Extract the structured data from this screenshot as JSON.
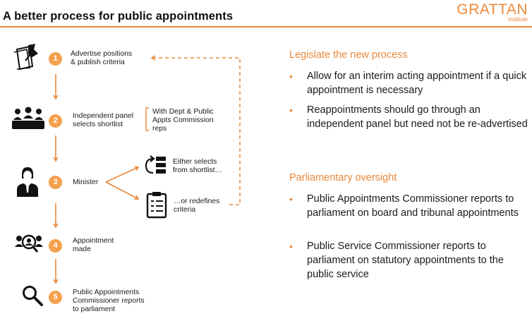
{
  "header": {
    "title": "A better process for public appointments",
    "logo_main": "GRATTAN",
    "logo_sub": "Institute"
  },
  "steps": [
    {
      "number": "1",
      "label": "Advertise positions\n& publish criteria",
      "icon": "pushpin-paper-icon"
    },
    {
      "number": "2",
      "label": "Independent panel\nselects shortlist",
      "icon": "panel-group-icon"
    },
    {
      "number": "3",
      "label": "Minister",
      "icon": "minister-icon"
    },
    {
      "number": "4",
      "label": "Appointment\nmade",
      "icon": "people-search-icon"
    },
    {
      "number": "5",
      "label": "Public Appointments\nCommissioner reports\nto parliament",
      "icon": "magnifier-icon"
    }
  ],
  "side_notes": {
    "panel": "With Dept & Public\nAppts Commission\nreps",
    "select": "Either selects\nfrom shortlist…",
    "redefine": "…or redefines\ncriteria"
  },
  "right": {
    "section1": {
      "heading": "Legislate the new process",
      "bullets": [
        "Allow for an interim acting appointment if a quick appointment is necessary",
        "Reappointments should go through an independent panel but need not be re-advertised"
      ]
    },
    "section2": {
      "heading": "Parliamentary oversight",
      "bullets": [
        "Public Appointments Commissioner reports to parliament on board and tribunal appointments",
        "Public Service Commissioner reports to parliament on statutory appointments to the public service"
      ]
    }
  },
  "colors": {
    "accent": "#e8883a",
    "badge": "#f5a04d",
    "text": "#1a1a1a"
  }
}
